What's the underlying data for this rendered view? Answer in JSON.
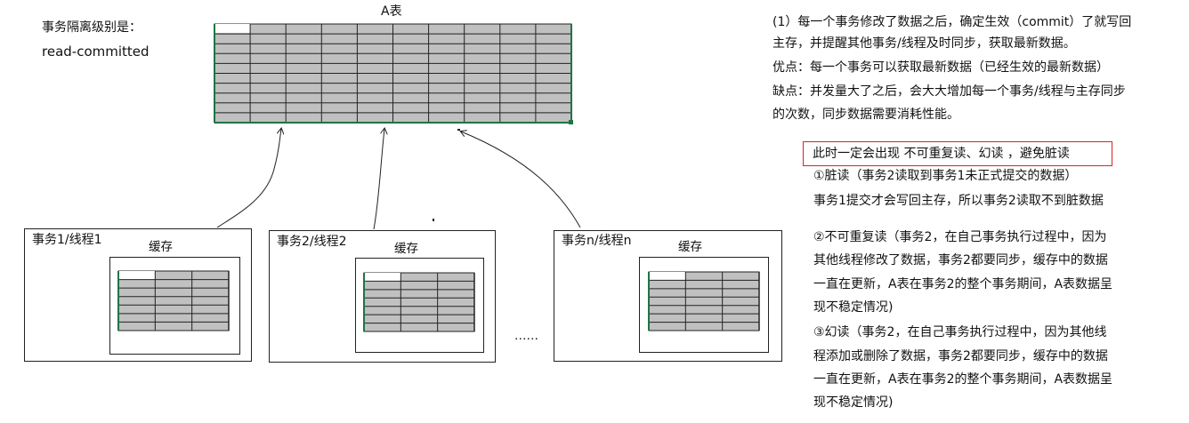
{
  "isolation": {
    "label": "事务隔离级别是：",
    "value": "read-committed"
  },
  "table_title": "A表",
  "threads": [
    {
      "label": "事务1/线程1",
      "cache_label": "缓存"
    },
    {
      "label": "事务2/线程2",
      "cache_label": "缓存"
    },
    {
      "label": "事务n/线程n",
      "cache_label": "缓存"
    }
  ],
  "ellipsis": "……",
  "explanation": {
    "line1": "(1）每一个事务修改了数据之后，确定生效（commit）了就写回",
    "line2": "主存，并提醒其他事务/线程及时同步，获取最新数据。",
    "pros": "优点：每一个事务可以获取最新数据（已经生效的最新数据）",
    "cons1": "缺点：并发量大了之后，会大大增加每一个事务/线程与主存同步",
    "cons2": "的次数，同步数据需要消耗性能。"
  },
  "notice": "此时一定会出现 不可重复读、幻读 ，避免脏读",
  "dirty_read": {
    "title": "①脏读（事务2读取到事务1未正式提交的数据）",
    "desc": " 事务1提交才会写回主存，所以事务2读取不到脏数据"
  },
  "non_repeatable": {
    "line1": "②不可重复读（事务2，在自己事务执行过程中，因为",
    "line2": "其他线程修改了数据，事务2都要同步，缓存中的数据",
    "line3": "一直在更新，A表在事务2的整个事务期间，A表数据呈",
    "line4": "现不稳定情况)"
  },
  "phantom": {
    "line1": "③幻读（事务2，在自己事务执行过程中，因为其他线",
    "line2": "程添加或删除了数据，事务2都要同步，缓存中的数据",
    "line3": "一直在更新，A表在事务2的整个事务期间，A表数据呈",
    "line4": "现不稳定情况)"
  },
  "colors": {
    "grid_fill": "#c0c0c0",
    "grid_line": "#222222",
    "selection_green": "#217346",
    "notice_border": "#dd2222"
  }
}
